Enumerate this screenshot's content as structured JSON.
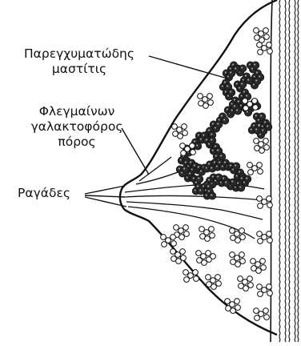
{
  "labels": {
    "mastitis_line1": "Παρεγχυματώδης",
    "mastitis_line2": "μαστίτις",
    "duct_line1": "Φλεγμαίνων",
    "duct_line2": "γαλακτοφόρος",
    "duct_line3": "πόρος",
    "fissures": "Ραγάδες"
  },
  "colors": {
    "ink": "#111111",
    "inflamed_tissue": "#2a2a2a",
    "background": "#ffffff"
  }
}
